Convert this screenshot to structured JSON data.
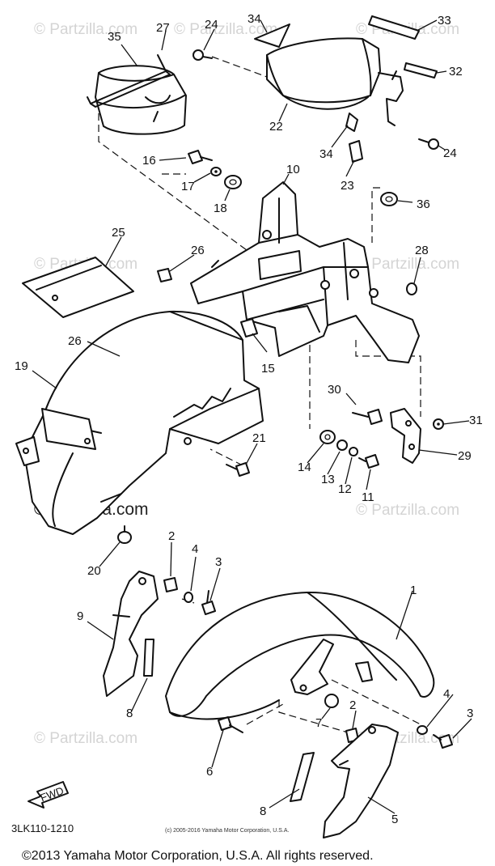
{
  "diagram": {
    "callouts": [
      "1",
      "2",
      "3",
      "4",
      "5",
      "6",
      "7",
      "8",
      "9",
      "10",
      "11",
      "12",
      "13",
      "14",
      "15",
      "16",
      "17",
      "18",
      "19",
      "20",
      "21",
      "22",
      "23",
      "24",
      "25",
      "26",
      "27",
      "28",
      "29",
      "30",
      "31",
      "32",
      "33",
      "34",
      "35",
      "36"
    ],
    "watermark": "© Partzilla.com",
    "fwd_label": "FWD",
    "diagram_code": "3LK110-1210",
    "small_copyright": "(c) 2005-2016 Yamaha Motor Corporation, U.S.A.",
    "copyright": "©2013 Yamaha Motor Corporation, U.S.A. All rights reserved."
  }
}
